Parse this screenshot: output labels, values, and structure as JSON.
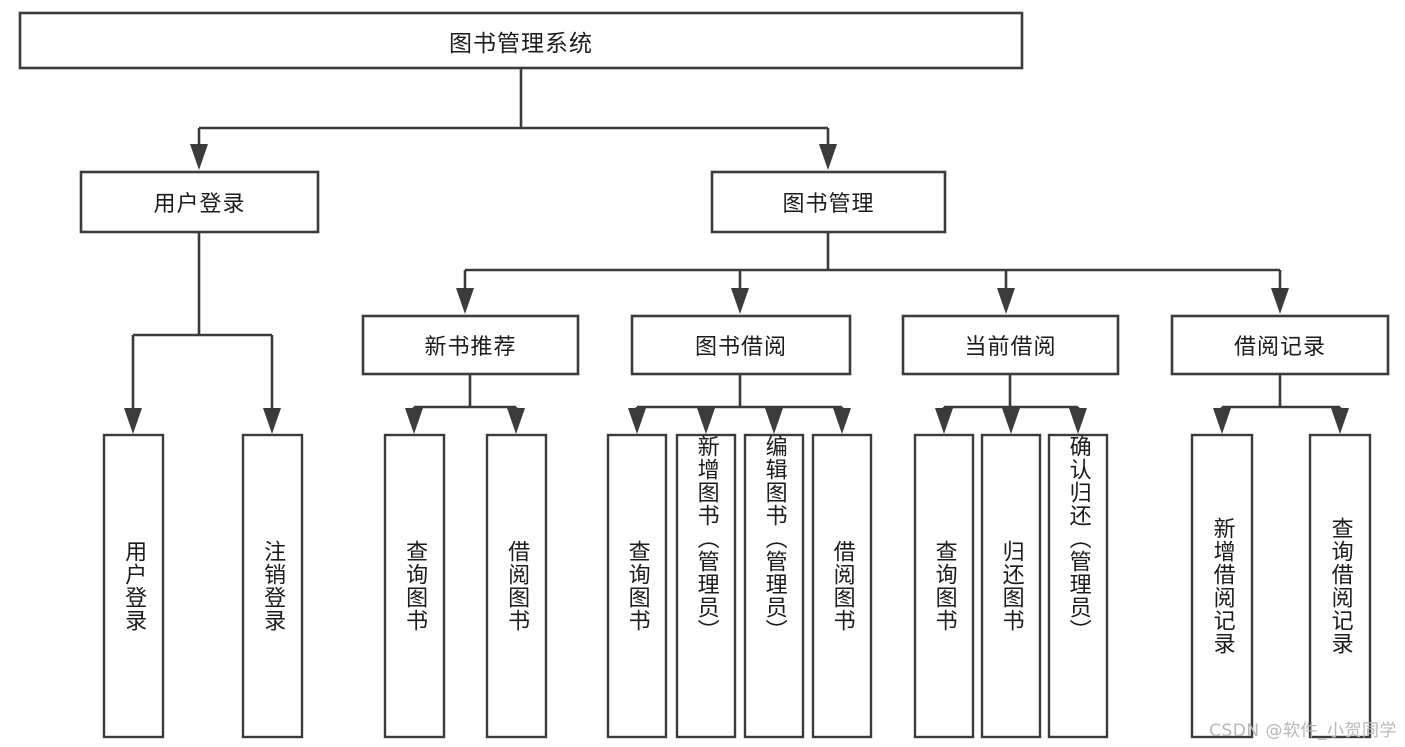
{
  "diagram": {
    "type": "tree",
    "orientation": "top-down",
    "title": "图书管理系统",
    "watermark": "CSDN @软件_小贺同学",
    "colors": {
      "background": "#ffffff",
      "stroke": "#3b3b3b",
      "text": "#1b1b1b",
      "watermark": "#b8b8b8"
    },
    "levels": {
      "root": {
        "label": "图书管理系统"
      },
      "level2": [
        {
          "id": "user-login",
          "label": "用户登录"
        },
        {
          "id": "book-manage",
          "label": "图书管理"
        }
      ],
      "level3": [
        {
          "id": "new-book-recommend",
          "label": "新书推荐",
          "parent": "book-manage"
        },
        {
          "id": "book-borrow",
          "label": "图书借阅",
          "parent": "book-manage"
        },
        {
          "id": "current-borrow",
          "label": "当前借阅",
          "parent": "book-manage"
        },
        {
          "id": "borrow-record",
          "label": "借阅记录",
          "parent": "book-manage"
        }
      ],
      "leaves": [
        {
          "id": "leaf-user-login",
          "label": "用户登录",
          "parent": "user-login"
        },
        {
          "id": "leaf-user-logout",
          "label": "注销登录",
          "parent": "user-login"
        },
        {
          "id": "leaf-query-book-1",
          "label": "查询图书",
          "parent": "new-book-recommend"
        },
        {
          "id": "leaf-borrow-book-1",
          "label": "借阅图书",
          "parent": "new-book-recommend"
        },
        {
          "id": "leaf-query-book-2",
          "label": "查询图书",
          "parent": "book-borrow"
        },
        {
          "id": "leaf-add-book",
          "label": "新增图书（管理员）",
          "parent": "book-borrow"
        },
        {
          "id": "leaf-edit-book",
          "label": "编辑图书（管理员）",
          "parent": "book-borrow"
        },
        {
          "id": "leaf-borrow-book-2",
          "label": "借阅图书",
          "parent": "book-borrow"
        },
        {
          "id": "leaf-query-book-3",
          "label": "查询图书",
          "parent": "current-borrow"
        },
        {
          "id": "leaf-return-book",
          "label": "归还图书",
          "parent": "current-borrow"
        },
        {
          "id": "leaf-confirm-return",
          "label": "确认归还（管理员）",
          "parent": "current-borrow"
        },
        {
          "id": "leaf-add-record",
          "label": "新增借阅记录",
          "parent": "borrow-record"
        },
        {
          "id": "leaf-query-record",
          "label": "查询借阅记录",
          "parent": "borrow-record"
        }
      ]
    }
  }
}
